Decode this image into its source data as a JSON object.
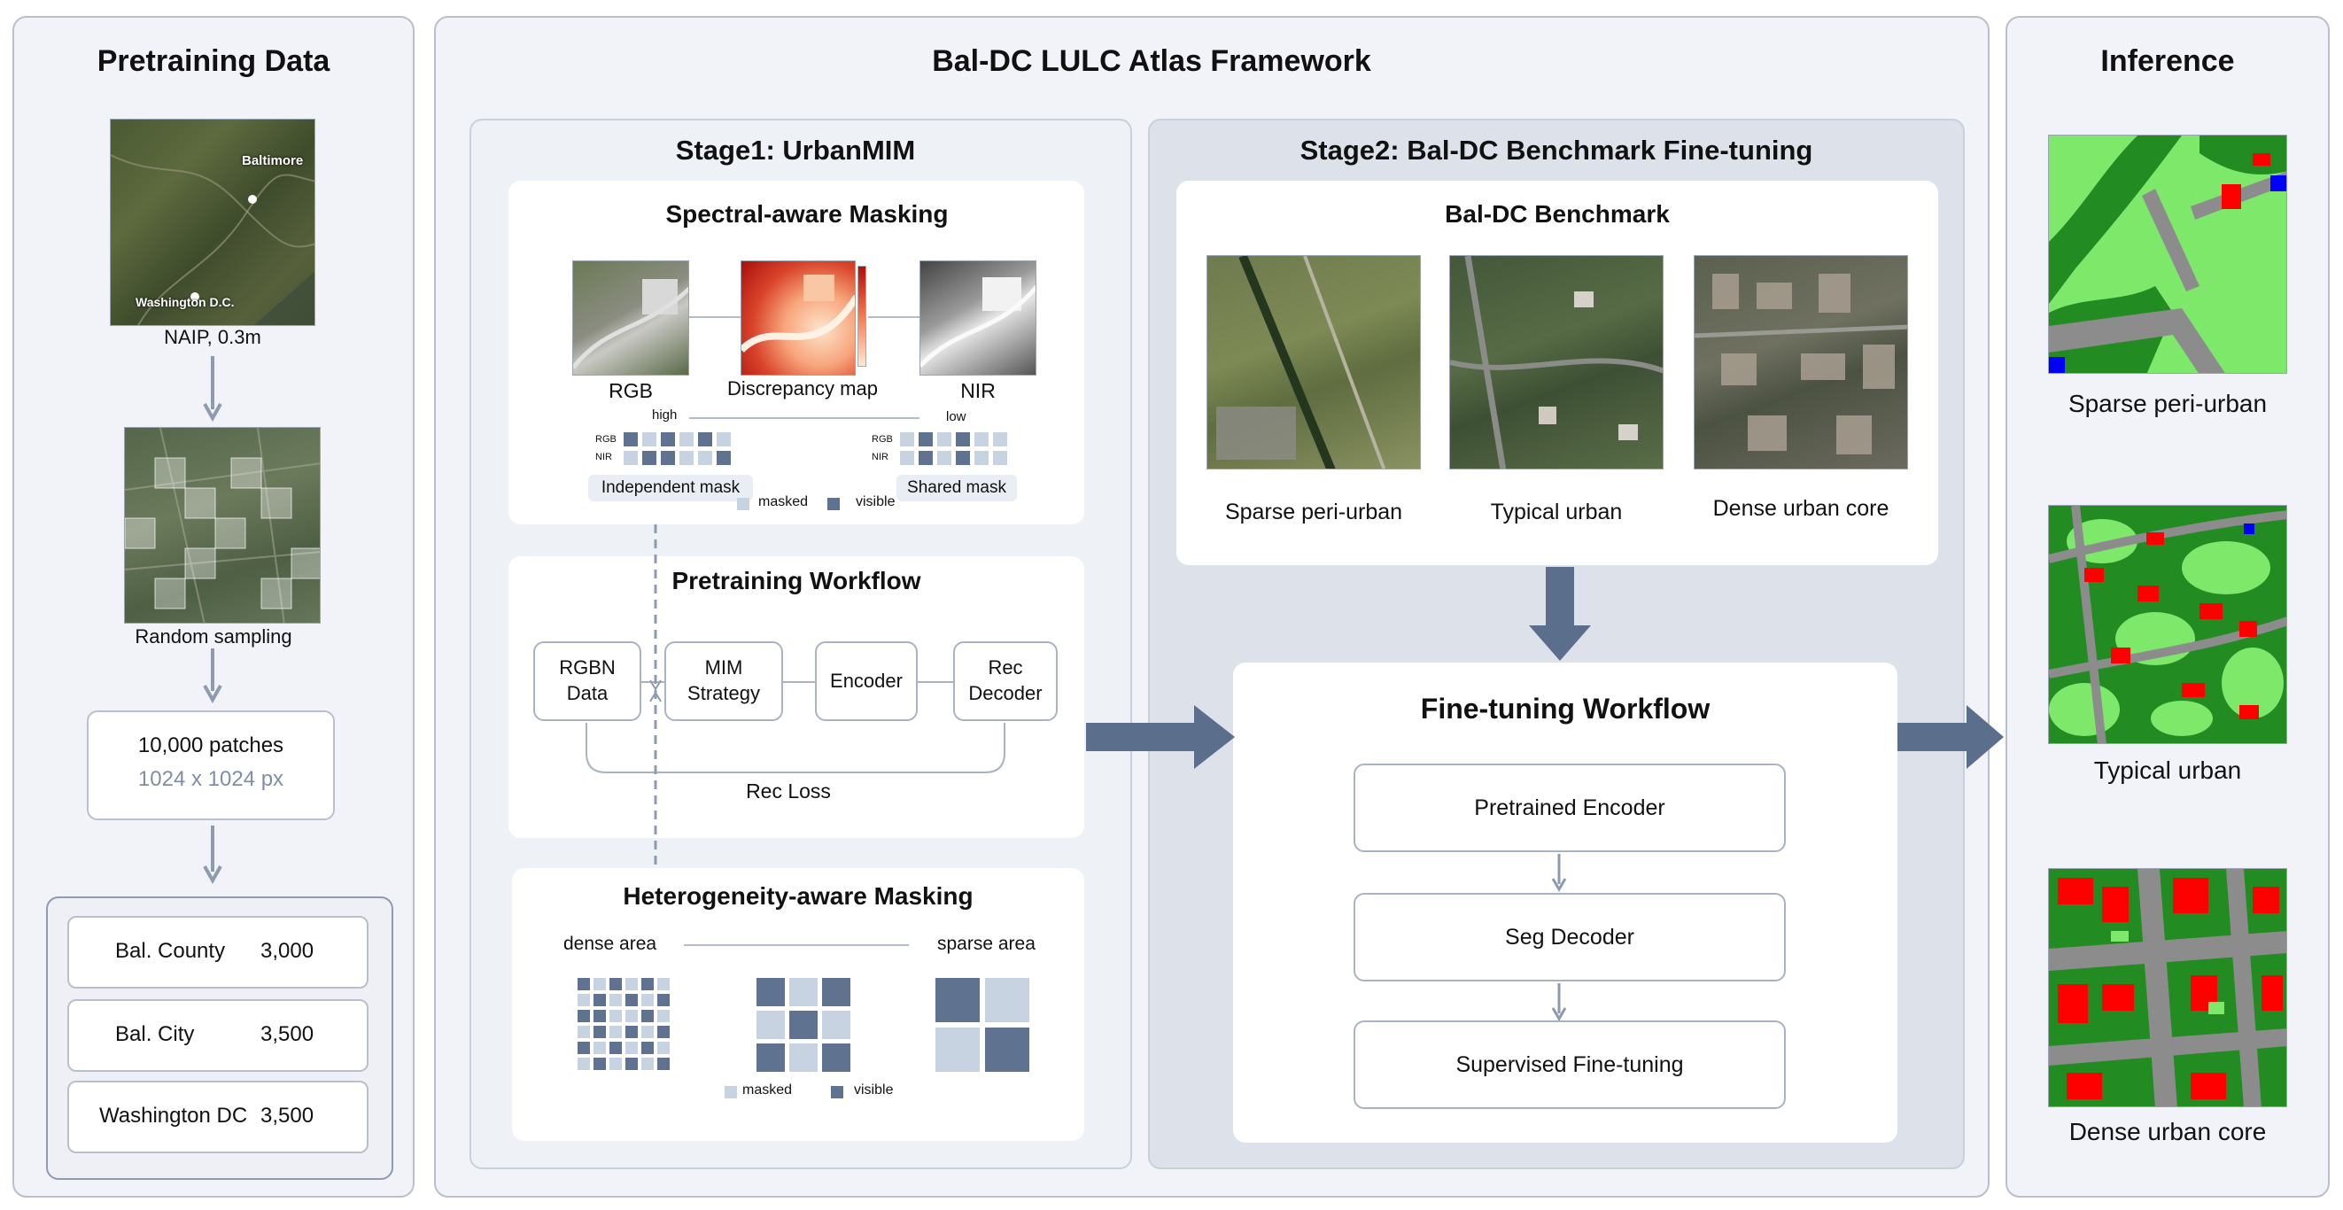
{
  "left_panel": {
    "title": "Pretraining Data",
    "map_labels": [
      "Baltimore",
      "Washington D.C."
    ],
    "naip_caption": "NAIP, 0.3m",
    "sampling_caption": "Random sampling",
    "patches_count": "10,000 patches",
    "patches_size": "1024 x 1024 px",
    "regions": [
      {
        "name": "Bal. County",
        "count": "3,000"
      },
      {
        "name": "Bal. City",
        "count": "3,500"
      },
      {
        "name": "Washington DC",
        "count": "3,500"
      }
    ]
  },
  "middle_panel": {
    "title": "Bal-DC LULC Atlas Framework",
    "stage1": {
      "title": "Stage1: UrbanMIM",
      "spectral": {
        "title": "Spectral-aware Masking",
        "rgb_label": "RGB",
        "map_label": "Discrepancy map",
        "nir_label": "NIR",
        "high_label": "high",
        "low_label": "low",
        "band_rgb": "RGB",
        "band_nir": "NIR",
        "independent_mask": "Independent mask",
        "shared_mask": "Shared mask",
        "legend_masked": "masked",
        "legend_visible": "visible"
      },
      "workflow": {
        "title": "Pretraining Workflow",
        "nodes": [
          "RGBN\nData",
          "MIM\nStrategy",
          "Encoder",
          "Rec\nDecoder"
        ],
        "loss_label": "Rec Loss"
      },
      "heterogeneity": {
        "title": "Heterogeneity-aware Masking",
        "dense_label": "dense area",
        "sparse_label": "sparse area",
        "legend_masked": "masked",
        "legend_visible": "visible"
      }
    },
    "stage2": {
      "title": "Stage2: Bal-DC Benchmark Fine-tuning",
      "benchmark": {
        "title": "Bal-DC Benchmark",
        "captions": [
          "Sparse peri-urban",
          "Typical urban",
          "Dense urban core"
        ]
      },
      "finetune": {
        "title": "Fine-tuning Workflow",
        "steps": [
          "Pretrained Encoder",
          "Seg Decoder",
          "Supervised Fine-tuning"
        ]
      }
    }
  },
  "right_panel": {
    "title": "Inference",
    "captions": [
      "Sparse peri-urban",
      "Typical urban",
      "Dense urban core"
    ]
  },
  "colors": {
    "arrow": "#5b6e8c",
    "mask_dark": "#5f7290",
    "mask_light": "#c8d3e2",
    "lulc_grass": "#7ee86b",
    "lulc_tree": "#228b22",
    "lulc_building": "#ff0000",
    "lulc_road": "#8c8c8c",
    "lulc_water": "#0000ff"
  }
}
